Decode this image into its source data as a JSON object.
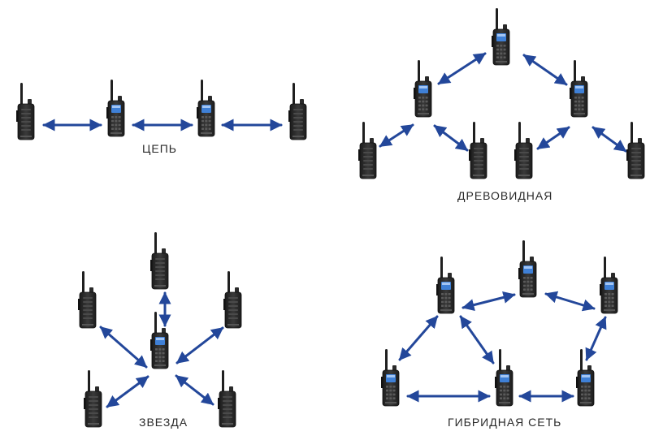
{
  "labels": {
    "chain": "ЦЕПЬ",
    "tree": "ДРЕВОВИДНАЯ",
    "star": "ЗВЕЗДА",
    "hybrid": "ГИБРИДНАЯ СЕТЬ"
  },
  "colors": {
    "arrow": "#23479a",
    "radio_body": "#2b2b2b",
    "screen": "#3f80d6"
  },
  "icons": {
    "radio_with_display": "walkie-talkie-display-icon",
    "radio_without_display": "walkie-talkie-icon",
    "link": "double-arrow-icon"
  }
}
